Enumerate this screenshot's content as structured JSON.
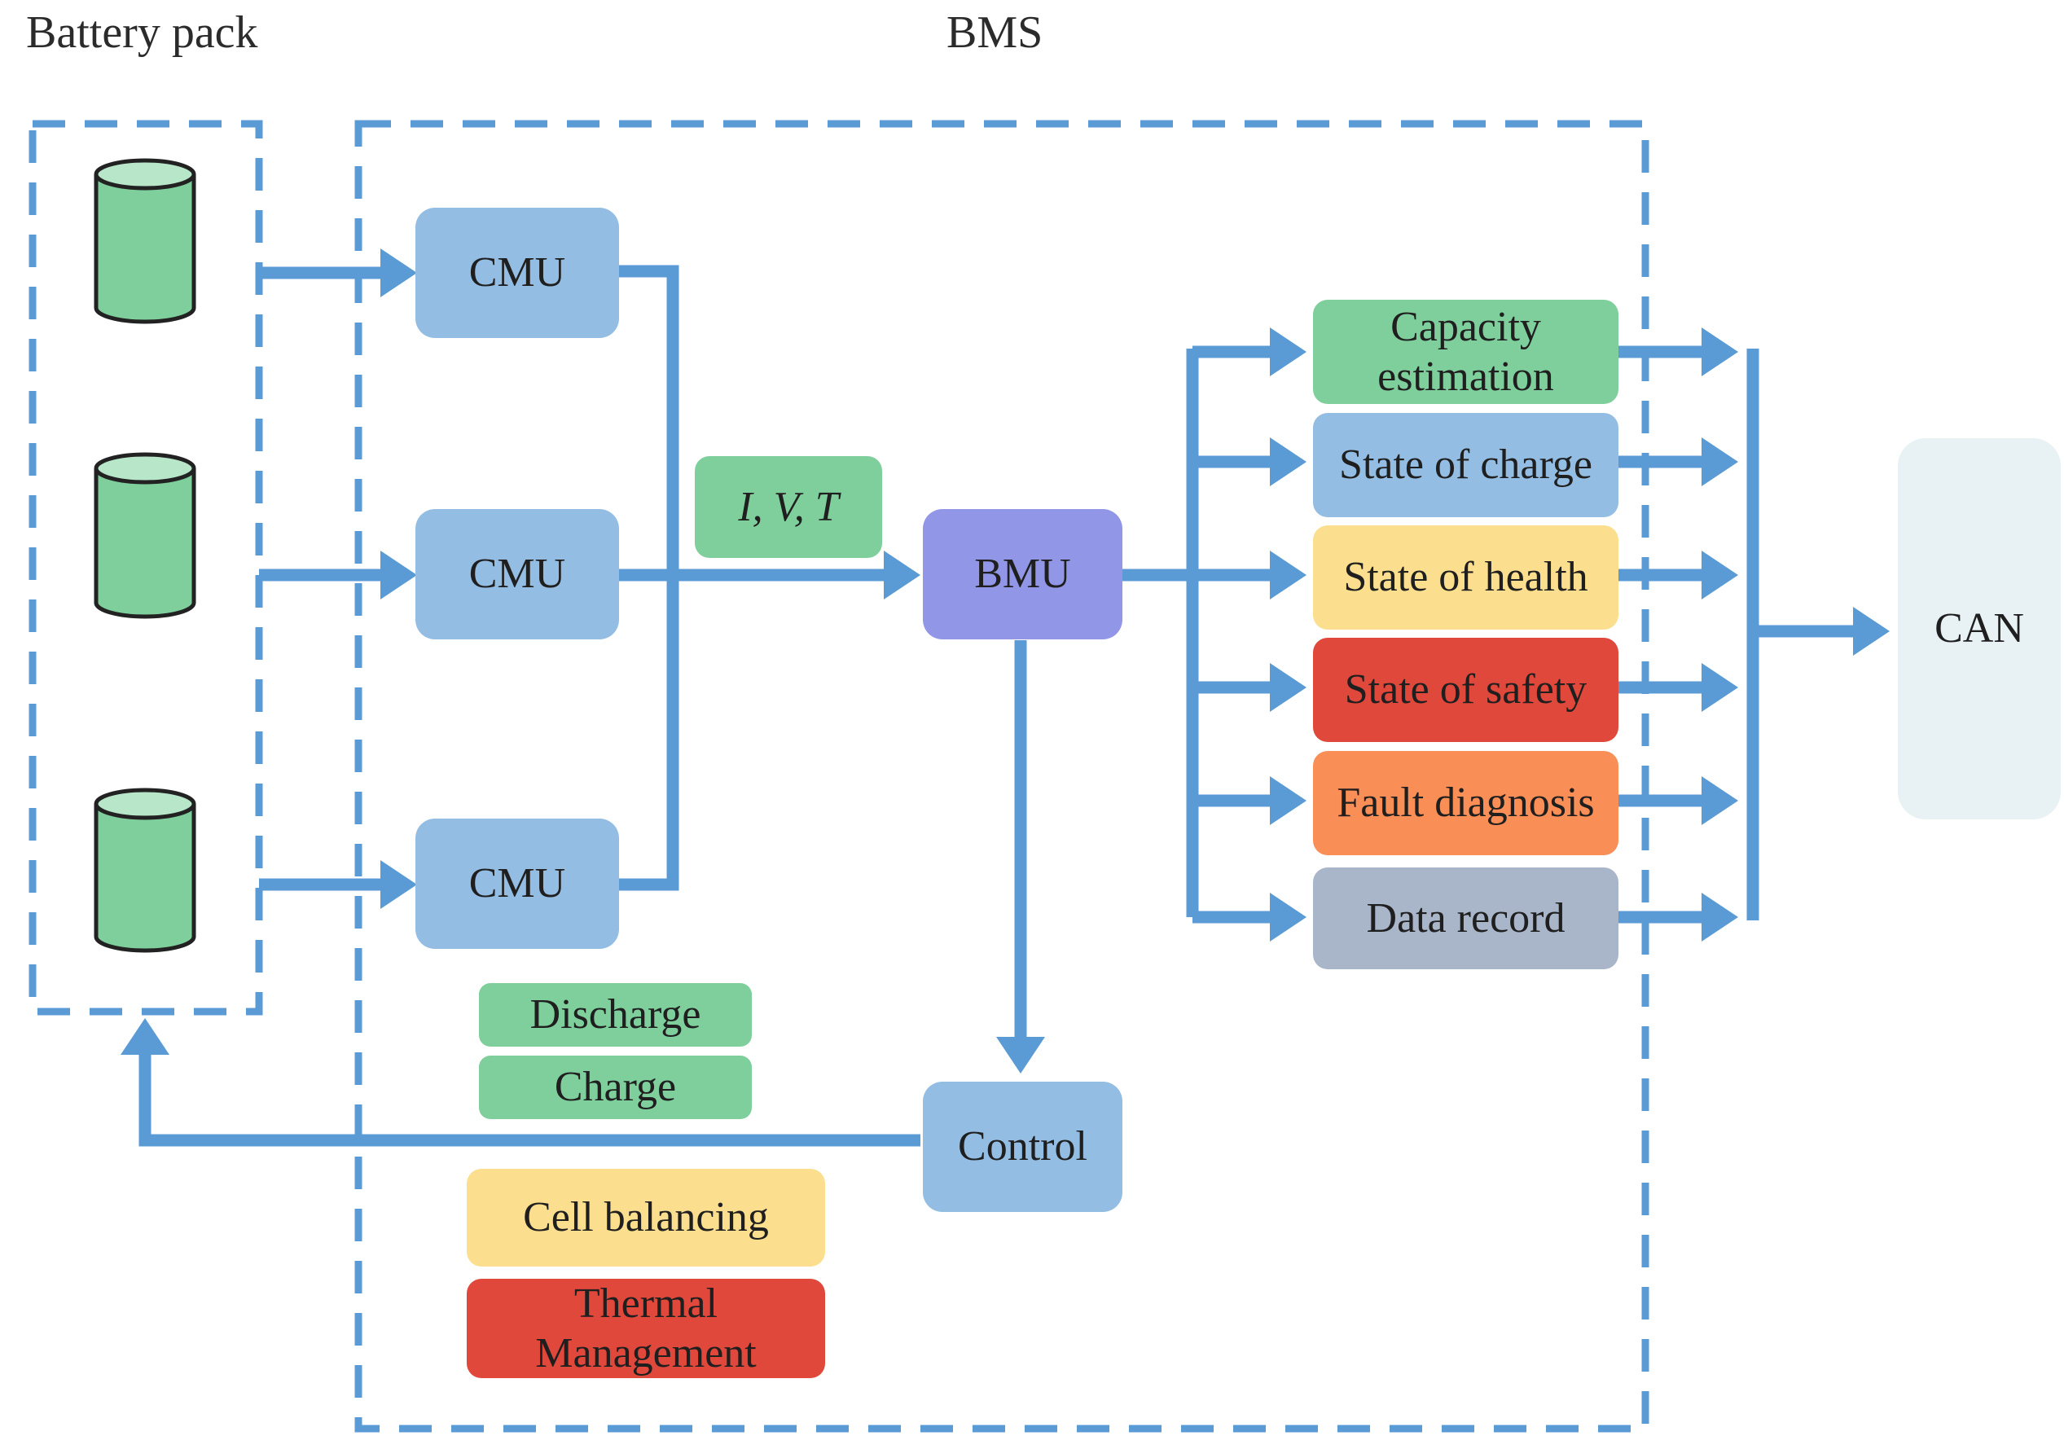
{
  "labels": {
    "battery_pack": "Battery pack",
    "bms": "BMS"
  },
  "nodes": {
    "cmu1": "CMU",
    "cmu2": "CMU",
    "cmu3": "CMU",
    "ivt": "I, V, T",
    "bmu": "BMU",
    "control": "Control",
    "can": "CAN"
  },
  "functions": [
    {
      "label": "Capacity estimation",
      "color": "#7fcf9d"
    },
    {
      "label": "State of charge",
      "color": "#93bde3"
    },
    {
      "label": "State of health",
      "color": "#fcdf8e"
    },
    {
      "label": "State of safety",
      "color": "#e0483c"
    },
    {
      "label": "Fault diagnosis",
      "color": "#f98e57"
    },
    {
      "label": "Data record",
      "color": "#a9b5c8"
    }
  ],
  "control_actions": [
    {
      "label": "Discharge",
      "color": "#7fcf9d"
    },
    {
      "label": "Charge",
      "color": "#7fcf9d"
    },
    {
      "label": "Cell balancing",
      "color": "#fcdf8e"
    },
    {
      "label": "Thermal Management",
      "color": "#e0483c"
    }
  ],
  "colors": {
    "arrow": "#5b9bd5",
    "dashed_border": "#5b9bd5",
    "cmu": "#93bde3",
    "bmu": "#9197e6",
    "control": "#93bde3",
    "ivt": "#7fcf9d",
    "can": "#e8f1f4",
    "battery_cell": "#7fcf9d"
  },
  "icons": {
    "battery_cell": "cylinder-cell-icon"
  }
}
